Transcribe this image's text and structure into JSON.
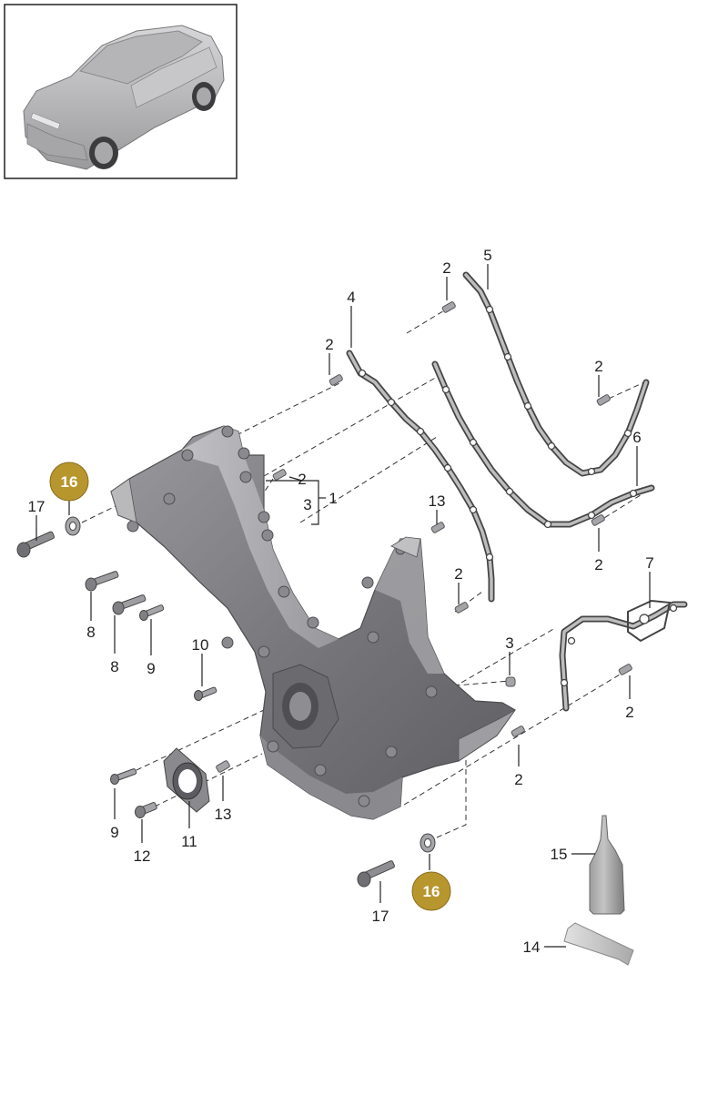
{
  "colors": {
    "badge": "#b8962e",
    "part_dark": "#6f6f73",
    "part_mid": "#8d8d91",
    "part_light": "#b3b3b6",
    "outline": "#333333"
  },
  "thumbnail": {
    "icon": "car-suv-icon"
  },
  "callouts": [
    {
      "id": "c2a",
      "text": "2"
    },
    {
      "id": "c5",
      "text": "5"
    },
    {
      "id": "c4",
      "text": "4"
    },
    {
      "id": "c2b",
      "text": "2"
    },
    {
      "id": "c2c",
      "text": "2"
    },
    {
      "id": "c6",
      "text": "6"
    },
    {
      "id": "c2d",
      "text": "2"
    },
    {
      "id": "c3a",
      "text": "3"
    },
    {
      "id": "c1",
      "text": "1"
    },
    {
      "id": "c13a",
      "text": "13"
    },
    {
      "id": "c2e",
      "text": "2"
    },
    {
      "id": "c2f",
      "text": "2"
    },
    {
      "id": "c7",
      "text": "7"
    },
    {
      "id": "c17a",
      "text": "17"
    },
    {
      "id": "c8a",
      "text": "8"
    },
    {
      "id": "c8b",
      "text": "8"
    },
    {
      "id": "c9a",
      "text": "9"
    },
    {
      "id": "c10",
      "text": "10"
    },
    {
      "id": "c3b",
      "text": "3"
    },
    {
      "id": "c2g",
      "text": "2"
    },
    {
      "id": "c2h",
      "text": "2"
    },
    {
      "id": "c9b",
      "text": "9"
    },
    {
      "id": "c12",
      "text": "12"
    },
    {
      "id": "c11",
      "text": "11"
    },
    {
      "id": "c13b",
      "text": "13"
    },
    {
      "id": "c15",
      "text": "15"
    },
    {
      "id": "c14",
      "text": "14"
    },
    {
      "id": "c17b",
      "text": "17"
    }
  ],
  "badges": [
    {
      "id": "b16a",
      "text": "16"
    },
    {
      "id": "b16b",
      "text": "16"
    }
  ]
}
